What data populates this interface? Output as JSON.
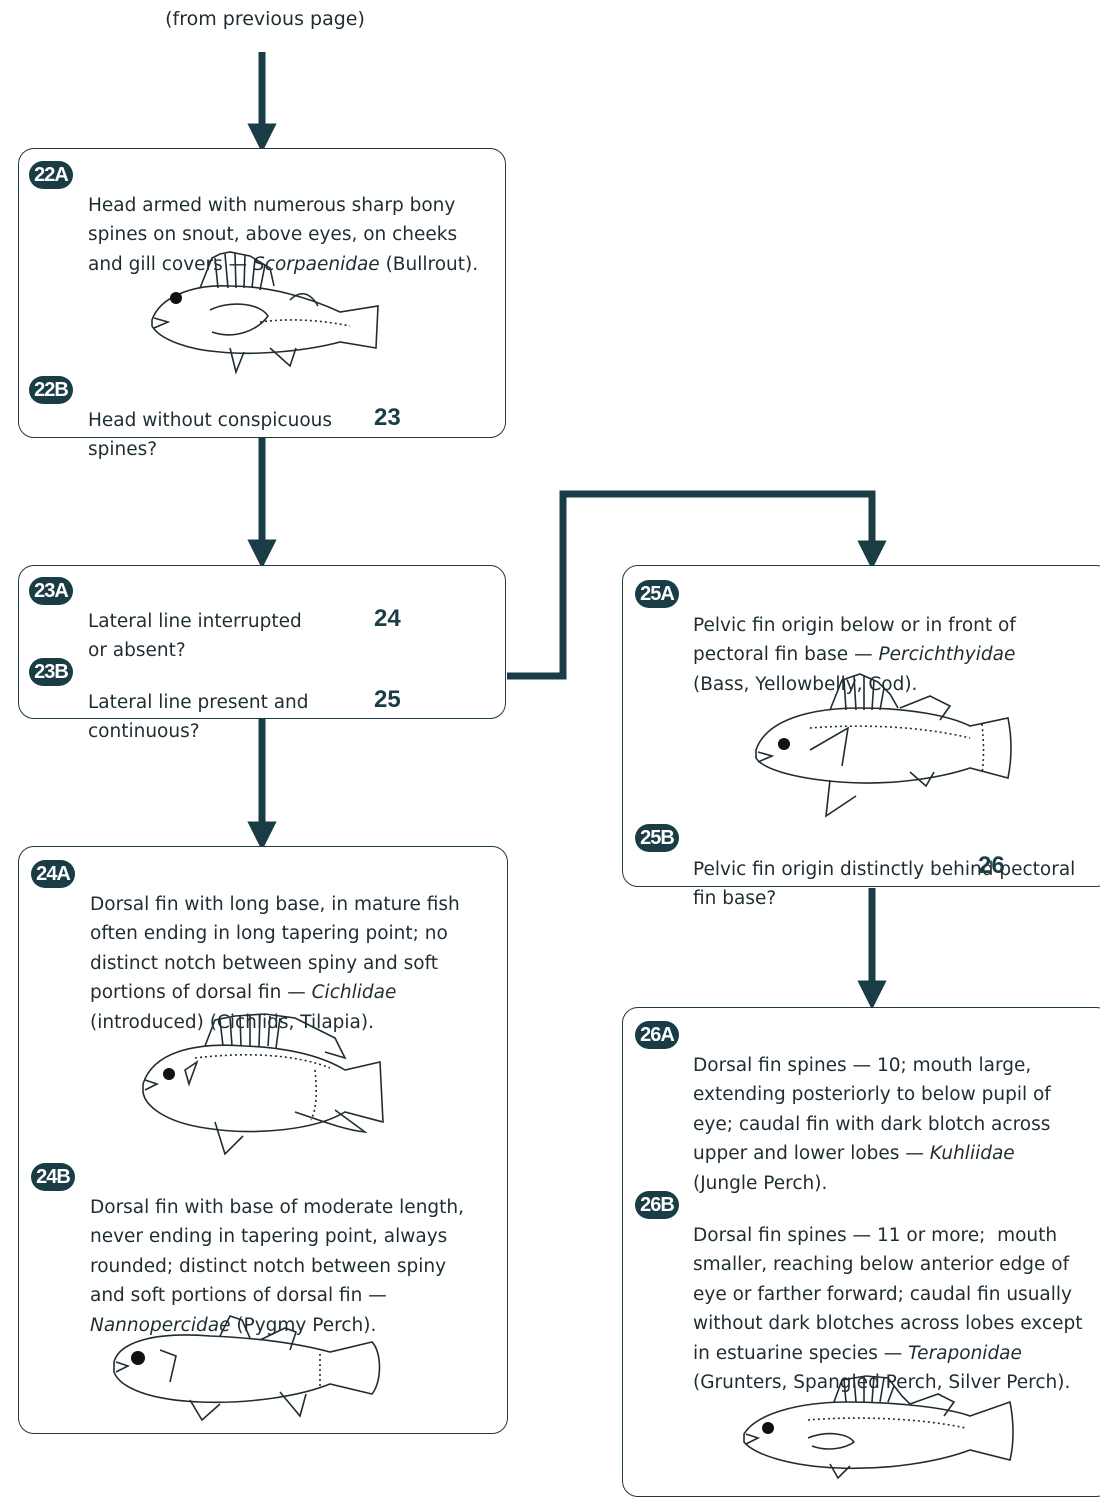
{
  "top_label": "(from previous page)",
  "colors": {
    "dark": "#1a3c45"
  },
  "nodes": {
    "n22A": {
      "code": "22A",
      "l1": "Head armed with numerous sharp bony",
      "l2": "spines on snout, above eyes, on cheeks",
      "l3a": "and gill covers — ",
      "l3i": "Scorpaenidae",
      "l3b": " (Bullrout)."
    },
    "n22B": {
      "code": "22B",
      "l1": "Head without conspicuous",
      "l2": "spines?",
      "target": "23"
    },
    "n23A": {
      "code": "23A",
      "l1": "Lateral line interrupted",
      "l2": "or absent?",
      "target": "24"
    },
    "n23B": {
      "code": "23B",
      "l1": "Lateral line present and",
      "l2": "continuous?",
      "target": "25"
    },
    "n24A": {
      "code": "24A",
      "l1": "Dorsal fin with long base, in mature fish",
      "l2": "often ending in long tapering point; no",
      "l3": "distinct notch between spiny and soft",
      "l4a": "portions of dorsal fin — ",
      "l4i": "Cichlidae",
      "l5": "(introduced) (Cichlids, Tilapia)."
    },
    "n24B": {
      "code": "24B",
      "l1": "Dorsal fin with base of moderate length,",
      "l2": "never ending in tapering point, always",
      "l3": "rounded; distinct notch between spiny",
      "l4": "and soft portions of dorsal fin —",
      "l5i": "Nannopercidae",
      "l5b": " (Pygmy Perch)."
    },
    "n25A": {
      "code": "25A",
      "l1": "Pelvic fin origin below or in front of",
      "l2a": "pectoral fin base — ",
      "l2i": "Percichthyidae",
      "l3": "(Bass, Yellowbelly, Cod)."
    },
    "n25B": {
      "code": "25B",
      "l1": "Pelvic fin origin distinctly behind pectoral",
      "l2": "fin base?",
      "target": "26"
    },
    "n26A": {
      "code": "26A",
      "l1": "Dorsal fin spines — 10; mouth large,",
      "l2": "extending posteriorly to below pupil of",
      "l3": "eye; caudal fin with dark blotch across",
      "l4a": "upper and lower lobes — ",
      "l4i": "Kuhliidae",
      "l5": "(Jungle Perch)."
    },
    "n26B": {
      "code": "26B",
      "l1": "Dorsal fin spines — 11 or more;  mouth",
      "l2": "smaller, reaching below anterior edge of",
      "l3": "eye or farther forward; caudal fin usually",
      "l4": "without dark blotches across lobes except",
      "l5a": "in estuarine species — ",
      "l5i": "Teraponidae",
      "l6": "(Grunters, Spangled Perch, Silver Perch)."
    }
  }
}
